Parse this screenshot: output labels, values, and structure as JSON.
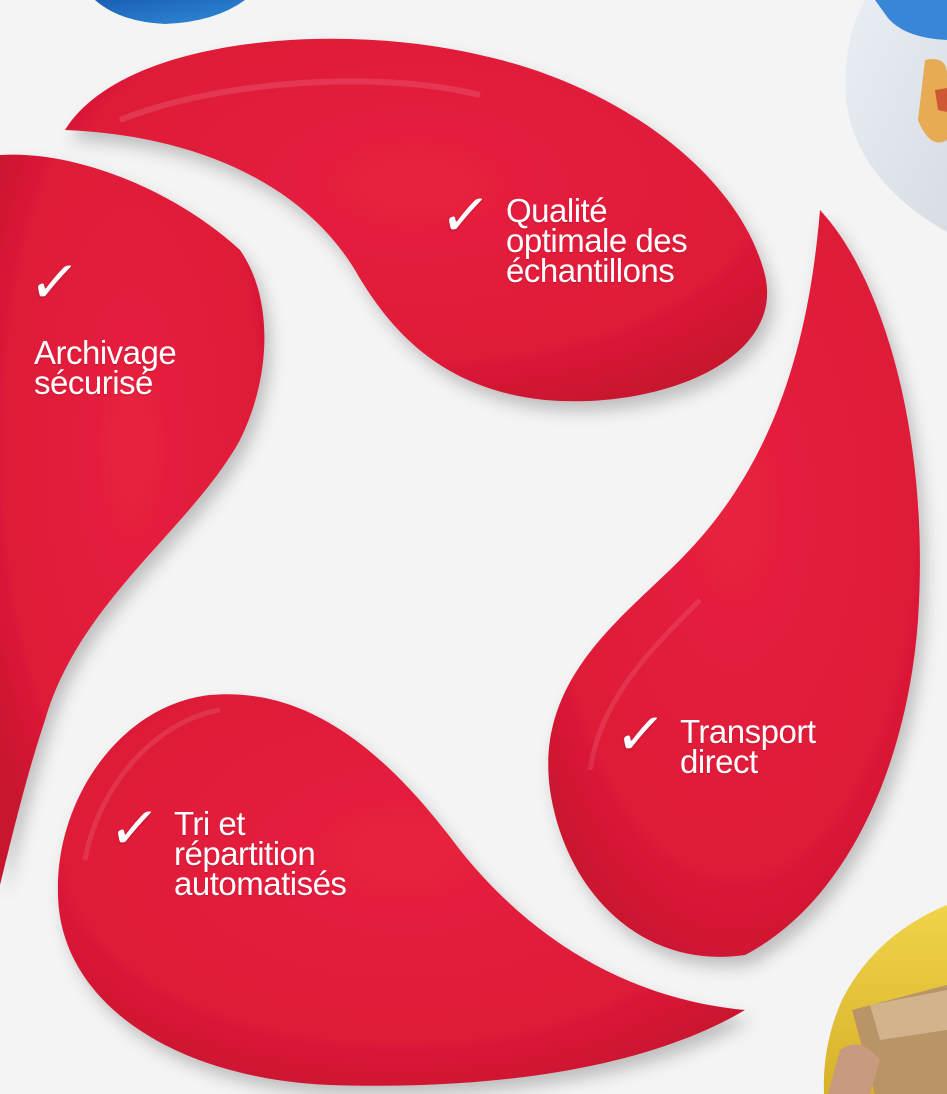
{
  "colors": {
    "background": "#f4f4f4",
    "petal": "#e11c3b",
    "petal_shadow": "#b30f2a",
    "text": "#ffffff"
  },
  "features": [
    {
      "id": "qualite",
      "check_icon": "checkmark-icon",
      "lines": [
        "Qualité",
        "optimale des",
        "échantillons"
      ]
    },
    {
      "id": "archivage",
      "check_icon": "checkmark-icon",
      "lines": [
        "Archivage",
        "sécurisé"
      ]
    },
    {
      "id": "transport",
      "check_icon": "checkmark-icon",
      "lines": [
        "Transport",
        "direct"
      ]
    },
    {
      "id": "tri",
      "check_icon": "checkmark-icon",
      "lines": [
        "Tri et",
        "répartition",
        "automatisés"
      ]
    }
  ],
  "check_glyph": "✓"
}
